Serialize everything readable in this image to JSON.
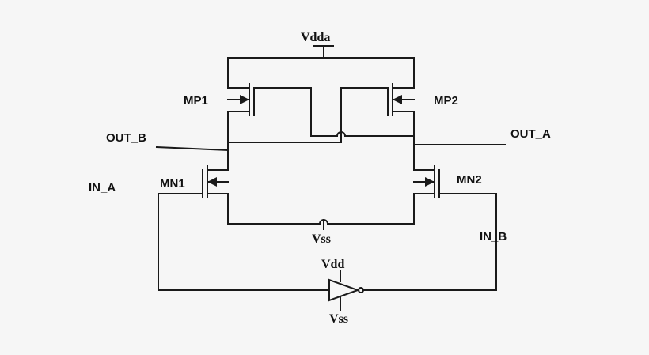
{
  "labels": {
    "vdda": "Vdda",
    "mp1": "MP1",
    "mp2": "MP2",
    "out_b": "OUT_B",
    "out_a": "OUT_A",
    "in_a": "IN_A",
    "mn1": "MN1",
    "mn2": "MN2",
    "vss_top": "Vss",
    "in_b": "IN_B",
    "vdd": "Vdd",
    "vss_bottom": "Vss"
  }
}
